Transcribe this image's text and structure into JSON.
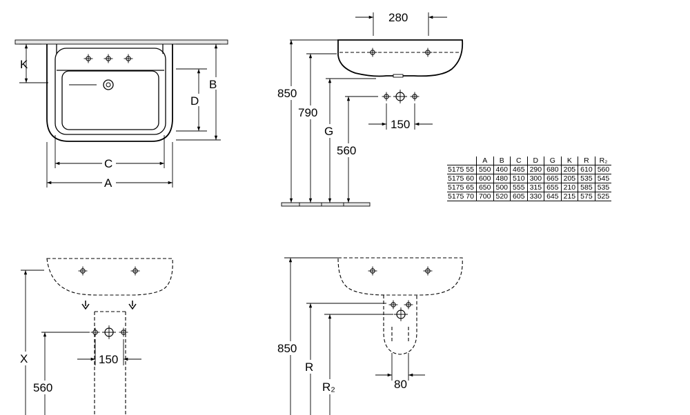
{
  "views": {
    "front": {
      "dim_k": "K",
      "dim_d": "D",
      "dim_b": "B",
      "dim_c": "C",
      "dim_a": "A"
    },
    "side": {
      "dim_width": "280",
      "dim_850": "850",
      "dim_790": "790",
      "dim_g": "G",
      "dim_560": "560",
      "dim_150": "150"
    },
    "pedestal": {
      "dim_x": "X",
      "dim_560": "560",
      "dim_150": "150"
    },
    "semi_pedestal": {
      "dim_850": "850",
      "dim_r": "R",
      "dim_r2": "R₂",
      "dim_80": "80"
    }
  },
  "table": {
    "columns": [
      "",
      "A",
      "B",
      "C",
      "D",
      "G",
      "K",
      "R",
      "R₂"
    ],
    "rows": [
      [
        "5175 55",
        "550",
        "460",
        "465",
        "290",
        "680",
        "205",
        "610",
        "560"
      ],
      [
        "5175 60",
        "600",
        "480",
        "510",
        "300",
        "665",
        "205",
        "535",
        "545"
      ],
      [
        "5175 65",
        "650",
        "500",
        "555",
        "315",
        "655",
        "210",
        "585",
        "535"
      ],
      [
        "5175 70",
        "700",
        "520",
        "605",
        "330",
        "645",
        "215",
        "575",
        "525"
      ]
    ]
  }
}
